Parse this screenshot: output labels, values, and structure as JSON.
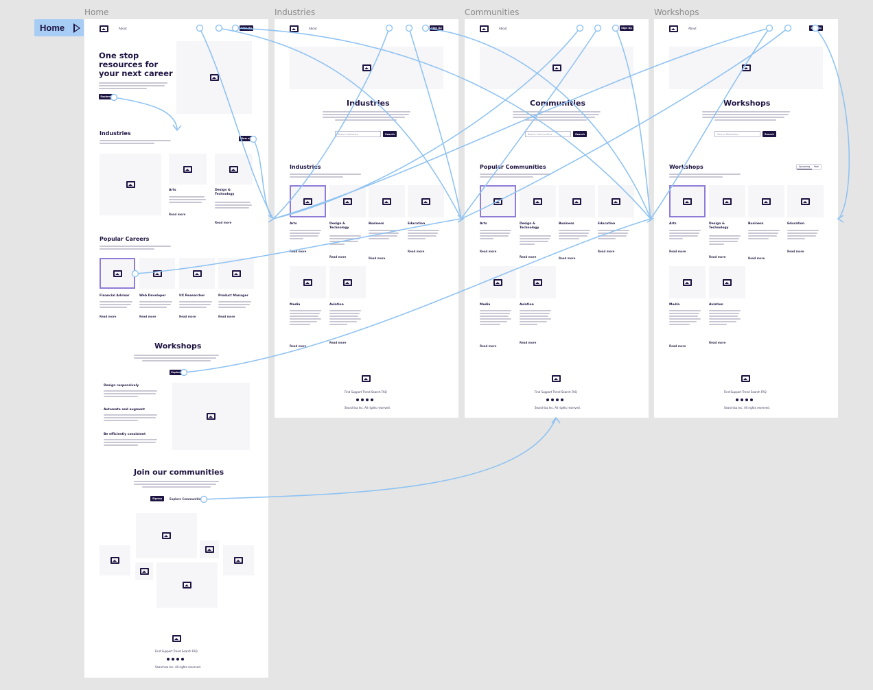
{
  "canvas": {
    "frame_labels": [
      "Home",
      "Industries",
      "Communities",
      "Workshops"
    ],
    "flow_start": "Home"
  },
  "nav": {
    "about": "About",
    "signup": "Sign Up"
  },
  "home": {
    "hero_title": "One stop resources for your next career",
    "hero_button": "Explore",
    "industries_title": "Industries",
    "industries_view": "View all",
    "industries_items": [
      {
        "title": "Arts",
        "more": "Read more"
      },
      {
        "title": "Design & Technology",
        "more": "Read more"
      }
    ],
    "careers_title": "Popular Careers",
    "careers": [
      {
        "title": "Financial Advisor",
        "more": "Read more"
      },
      {
        "title": "Web Developer",
        "more": "Read more"
      },
      {
        "title": "UX Researcher",
        "more": "Read more"
      },
      {
        "title": "Product Manager",
        "more": "Read more"
      }
    ],
    "workshops_title": "Workshops",
    "workshops_button": "Explore",
    "features": [
      "Design responsively",
      "Automate and augment",
      "Be efficiently consistent"
    ],
    "communities_title": "Join our communities",
    "signup_button": "Signup",
    "explore_communities": "Explore Communities",
    "footer_links": [
      "Find",
      "Support",
      "Trend",
      "Search",
      "FAQ"
    ],
    "copyright": "Searchisa Inc. All rights reserved."
  },
  "industries_page": {
    "hero_title": "Industries",
    "search_placeholder": "Search Industries",
    "search_button": "Search",
    "section_title": "Industries",
    "cards": [
      {
        "title": "Arts",
        "more": "Read more"
      },
      {
        "title": "Design & Technology",
        "more": "Read more"
      },
      {
        "title": "Business",
        "more": "Read more"
      },
      {
        "title": "Education",
        "more": "Read more"
      },
      {
        "title": "Media",
        "more": "Read more"
      },
      {
        "title": "Aviation",
        "more": "Read more"
      }
    ]
  },
  "communities_page": {
    "hero_title": "Communities",
    "search_placeholder": "Search Communities",
    "search_button": "Search",
    "section_title": "Popular Communities",
    "cards": [
      {
        "title": "Arts",
        "more": "Read more"
      },
      {
        "title": "Design & Technology",
        "more": "Read more"
      },
      {
        "title": "Business",
        "more": "Read more"
      },
      {
        "title": "Education",
        "more": "Read more"
      },
      {
        "title": "Media",
        "more": "Read more"
      },
      {
        "title": "Aviation",
        "more": "Read more"
      }
    ]
  },
  "workshops_page": {
    "hero_title": "Workshops",
    "search_placeholder": "Search Workshops",
    "search_button": "Search",
    "section_title": "Workshops",
    "tabs": [
      "Upcoming",
      "Past"
    ],
    "cards": [
      {
        "title": "Arts",
        "more": "Read more"
      },
      {
        "title": "Design & Technology",
        "more": "Read more"
      },
      {
        "title": "Business",
        "more": "Read more"
      },
      {
        "title": "Education",
        "more": "Read more"
      },
      {
        "title": "Media",
        "more": "Read more"
      },
      {
        "title": "Aviation",
        "more": "Read more"
      }
    ]
  },
  "colors": {
    "canvas": "#e5e5e5",
    "brand": "#1e1442",
    "connector": "#8fc3f2",
    "flow_tag": "#a8cdf5",
    "selection": "#8e7cd6"
  }
}
